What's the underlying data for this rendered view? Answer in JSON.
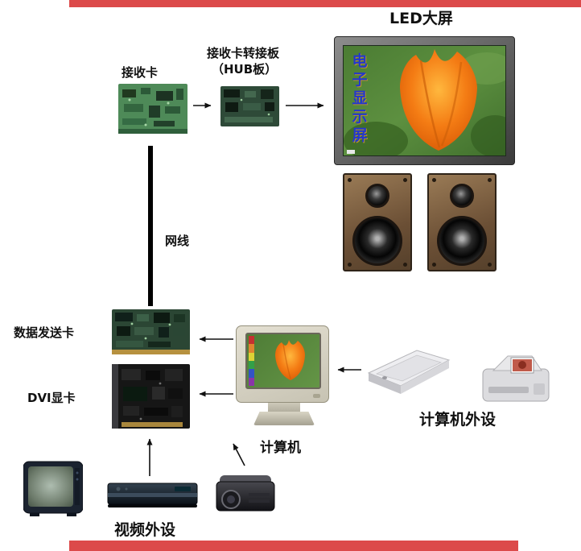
{
  "meta": {
    "background": "#ffffff",
    "accent_red": "#dc4a4a",
    "text_color": "#111111"
  },
  "labels": {
    "led_screen": "LED大屏",
    "receiving_card": "接收卡",
    "hub_board_line1": "接收卡转接板",
    "hub_board_line2": "（HUB板）",
    "network_cable": "网线",
    "sending_card": "数据发送卡",
    "dvi_card": "DVI显卡",
    "computer": "计算机",
    "computer_peripherals": "计算机外设",
    "video_peripherals": "视频外设"
  },
  "led_screen": {
    "screen_text": "电子显示屏"
  }
}
